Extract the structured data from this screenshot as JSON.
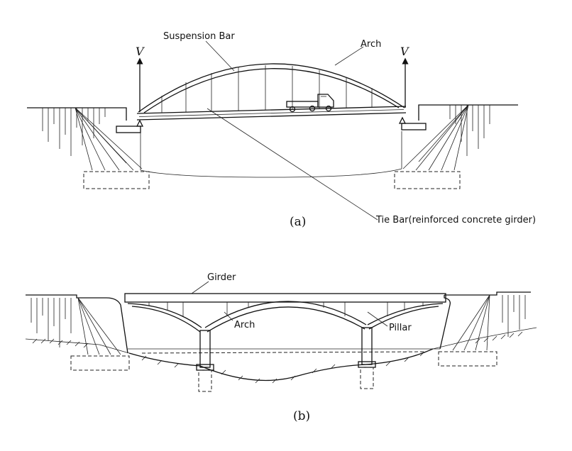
{
  "figure_a": {
    "caption": "(a)",
    "labels": {
      "suspension_bar": "Suspension Bar",
      "arch": "Arch",
      "tie_bar": "Tie Bar(reinforced concrete girder)",
      "reaction_left": "V",
      "reaction_right": "V"
    }
  },
  "figure_b": {
    "caption": "(b)",
    "labels": {
      "girder": "Girder",
      "arch": "Arch",
      "pillar": "Pillar"
    }
  }
}
